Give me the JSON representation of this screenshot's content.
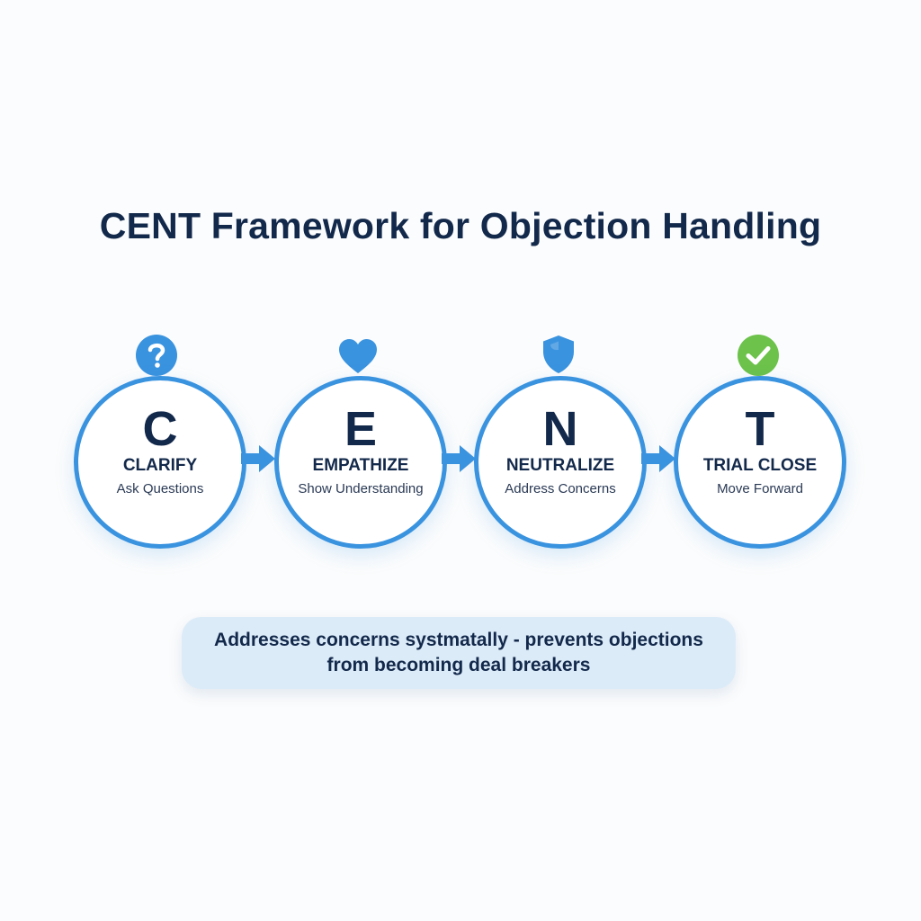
{
  "title": "CENT Framework for Objection Handling",
  "steps": [
    {
      "letter": "C",
      "name": "CLARIFY",
      "description": "Ask Questions",
      "icon": "question-icon"
    },
    {
      "letter": "E",
      "name": "EMPATHIZE",
      "description": "Show Understanding",
      "icon": "heart-icon"
    },
    {
      "letter": "N",
      "name": "NEUTRALIZE",
      "description": "Address Concerns",
      "icon": "shield-icon"
    },
    {
      "letter": "T",
      "name": "TRIAL CLOSE",
      "description": "Move Forward",
      "icon": "check-icon"
    }
  ],
  "note": {
    "line1": "Addresses concerns systmatally - prevents objections",
    "line2": "from becoming deal breakers"
  },
  "colors": {
    "title": "#13294b",
    "circle_border": "#3a93df",
    "icon_blue": "#3a93df",
    "icon_green": "#6cc24a",
    "note_background": "#dcebf8"
  }
}
